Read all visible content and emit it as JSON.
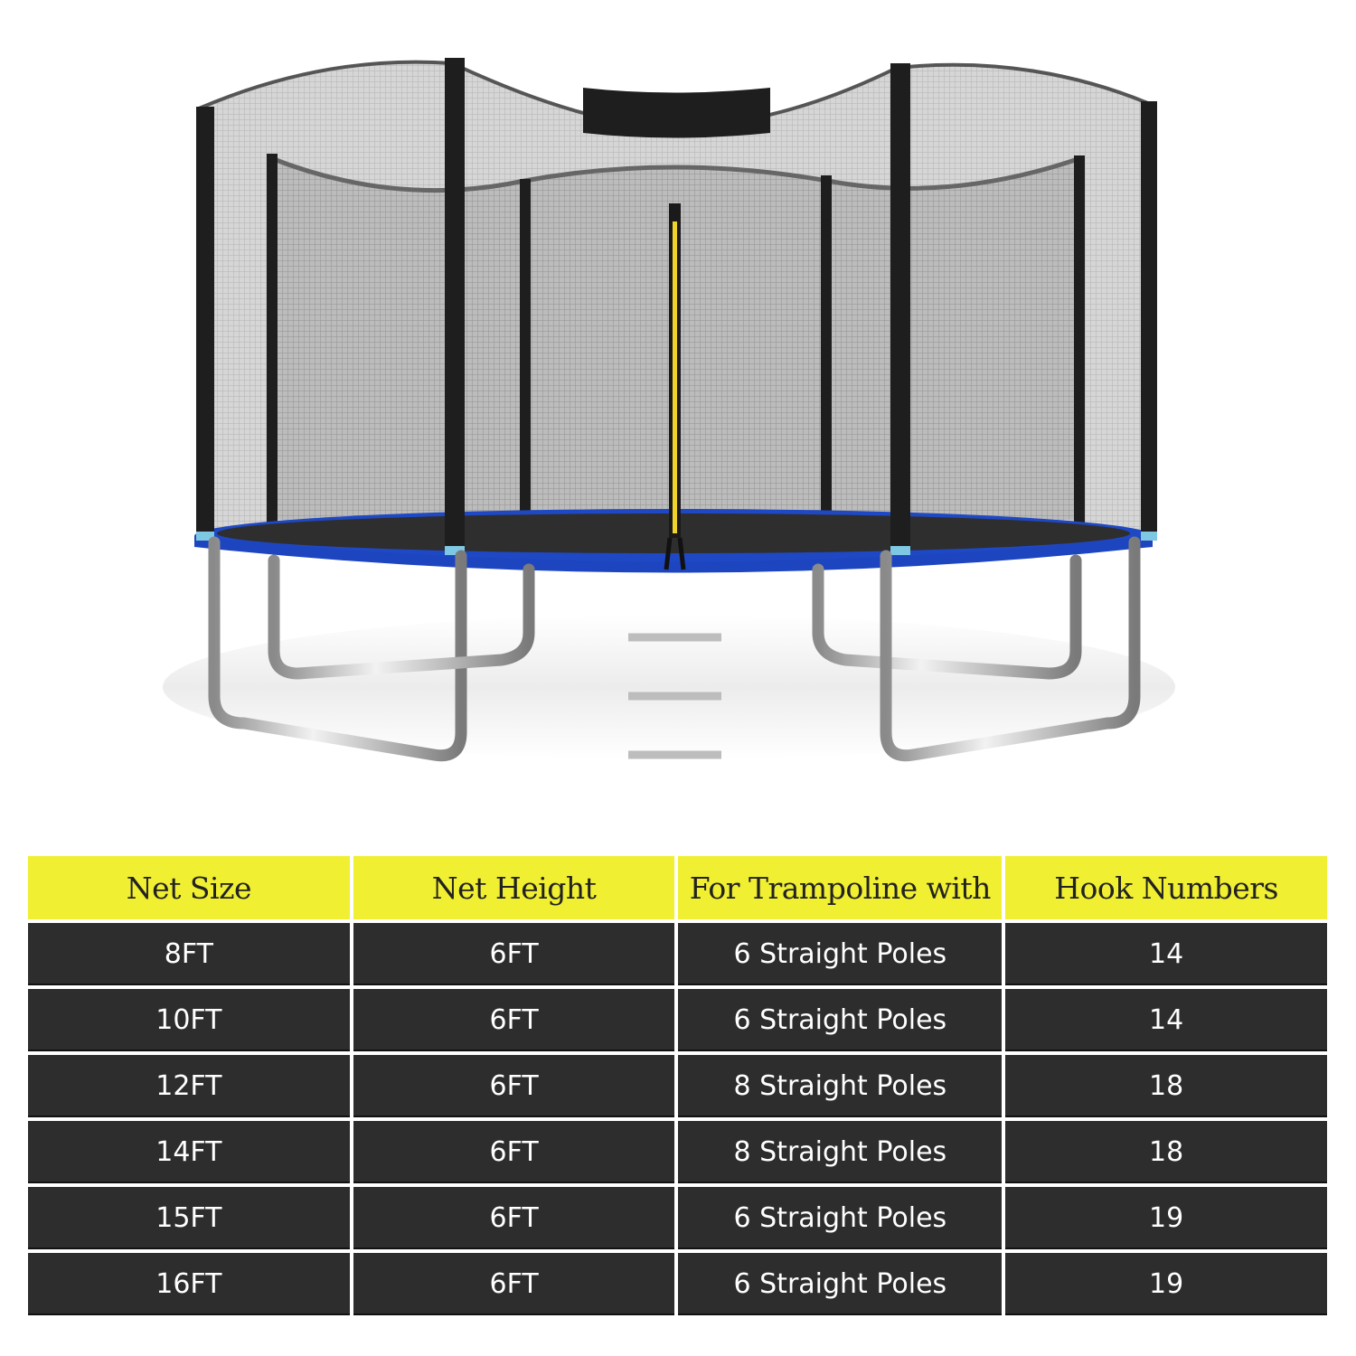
{
  "product": {
    "name": "trampoline-with-safety-enclosure-net",
    "colors": {
      "pad": "#1f48c4",
      "mat": "#2a2a2a",
      "net": "#bdbdbd",
      "poles": "#1e1e1e",
      "pole_caps": "#7ec8e3",
      "zipper": "#f2d32a",
      "legs": "#c9c9c9"
    }
  },
  "table": {
    "header_color": "#f0ef32",
    "row_color": "#2d2d2d",
    "headers": [
      "Net Size",
      "Net Height",
      "For Trampoline with",
      "Hook Numbers"
    ],
    "rows": [
      [
        "8FT",
        "6FT",
        "6 Straight Poles",
        "14"
      ],
      [
        "10FT",
        "6FT",
        "6 Straight Poles",
        "14"
      ],
      [
        "12FT",
        "6FT",
        "8 Straight Poles",
        "18"
      ],
      [
        "14FT",
        "6FT",
        "8 Straight Poles",
        "18"
      ],
      [
        "15FT",
        "6FT",
        "6 Straight Poles",
        "19"
      ],
      [
        "16FT",
        "6FT",
        "6 Straight Poles",
        "19"
      ]
    ]
  }
}
